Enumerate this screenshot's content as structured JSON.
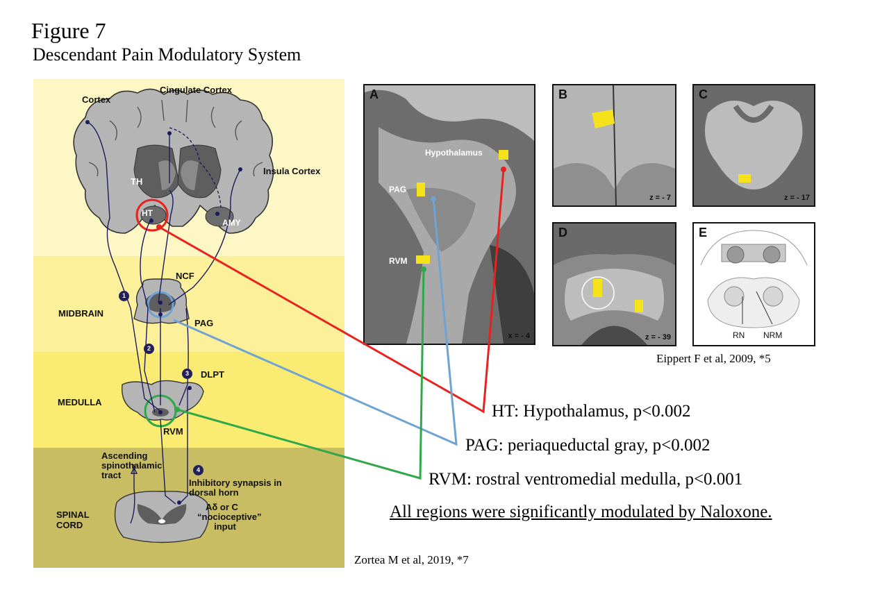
{
  "figure": {
    "title": "Figure 7",
    "subtitle": "Descendant Pain Modulatory System"
  },
  "diagram": {
    "labels": {
      "cortex": "Cortex",
      "cingulate": "Cingulate Cortex",
      "insula": "Insula Cortex",
      "th": "TH",
      "ht": "HT",
      "amy": "AMY",
      "ncf": "NCF",
      "midbrain": "MIDBRAIN",
      "pag": "PAG",
      "dlpt": "DLPT",
      "medulla": "MEDULLA",
      "rvm": "RVM",
      "ascending": "Ascending spinothalamic tract",
      "synapse": "Inhibitory synapsis in dorsal horn",
      "fibers": "Aδ or C",
      "input": "“nocioceptive” input",
      "spinal": "SPINAL CORD"
    },
    "steps": [
      "1",
      "2",
      "3",
      "4"
    ],
    "zone_colors": [
      "#fdf7c6",
      "#fcf09a",
      "#faec72",
      "#c8bd62"
    ]
  },
  "mri_panels": [
    {
      "letter": "A",
      "coord": "x = - 4",
      "labels": [
        "Hypothalamus",
        "PAG",
        "RVM"
      ]
    },
    {
      "letter": "B",
      "coord": "z = - 7"
    },
    {
      "letter": "C",
      "coord": "z = - 17"
    },
    {
      "letter": "D",
      "coord": "z = - 39"
    },
    {
      "letter": "E",
      "labels": [
        "RN",
        "NRM"
      ]
    }
  ],
  "citations": {
    "eippert": "Eippert F et al, 2009, *5",
    "zortea": "Zortea M et al, 2019, *7"
  },
  "annotations": {
    "ht": "HT: Hypothalamus, p<0.002",
    "pag": "PAG: periaqueductal gray, p<0.002",
    "rvm": "RVM: rostral ventromedial medulla, p<0.001",
    "note": "All regions were significantly modulated by Naloxone."
  },
  "colors": {
    "ht_line": "#e8231f",
    "pag_line": "#6ea3d4",
    "rvm_line": "#2fa84a",
    "activation": "#f6e21a",
    "pathway": "#1c1a5e"
  }
}
